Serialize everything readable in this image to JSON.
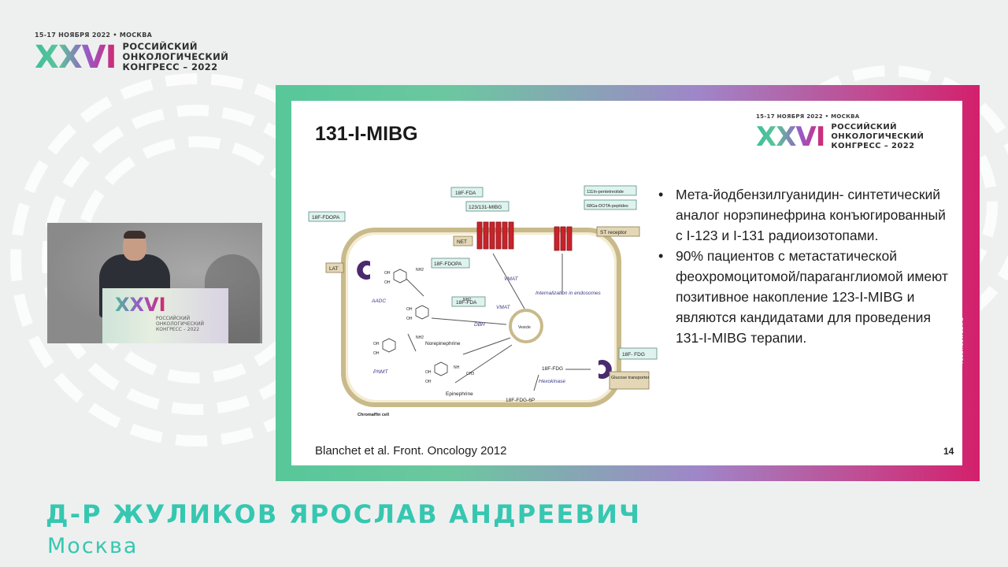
{
  "event_logo": {
    "date_line": "15-17 НОЯБРЯ 2022 • МОСКВА",
    "mark": "XXVI",
    "line1": "РОССИЙСКИЙ",
    "line2": "ОНКОЛОГИЧЕСКИЙ",
    "line3": "КОНГРЕСС – 2022"
  },
  "camera": {
    "podium_mark": "XXVI",
    "podium_line1": "РОССИЙСКИЙ",
    "podium_line2": "ОНКОЛОГИЧЕСКИЙ",
    "podium_line3": "КОНГРЕСС – 2022"
  },
  "slide": {
    "title": "131-I-MIBG",
    "logo": {
      "date_line": "15-17 НОЯБРЯ 2022 • МОСКВА",
      "mark": "XXVI",
      "line1": "РОССИЙСКИЙ",
      "line2": "ОНКОЛОГИЧЕСКИЙ",
      "line3": "КОНГРЕСС – 2022"
    },
    "bullets": [
      "Мета-йодбензилгуанидин- синтетический аналог норэпинефрина конъюгированный с I-123 и I-131 радиоизотопами.",
      "90% пациентов с метастатической феохромоцитомой/параганглиомой имеют позитивное накопление 123-I-MIBG и являются кандидатами для проведения 131-I-MIBG терапии."
    ],
    "diagram": {
      "labels": {
        "fdopa_out": "18F-FDOPA",
        "fda_top": "18F-FDA",
        "mibg_top": "123/131-MIBG",
        "pentetreotide": "111In-pentetreotide",
        "dota": "68Ga-DOTA-peptides",
        "net": "NET",
        "st_receptor": "ST receptor",
        "lat": "LAT",
        "fdopa_in": "18F-FDOPA",
        "aadc": "AADC",
        "fda_in": "18F-FDA",
        "vmat1": "VMAT",
        "vmat2": "VMAT",
        "internalization": "Internalization in endosomes",
        "dbh": "DBH",
        "vesicle": "Vesicle",
        "norepinephrine": "Norepinephrine",
        "pnmt": "PNMT",
        "epinephrine": "Epinephrine",
        "fdg_in": "18F-FDG",
        "hexokinase": "Hexokinase",
        "fdg6p": "18F-FDG-6P",
        "fdg_out": "18F- FDG",
        "glucose_transporter": "Glucose transporter",
        "chromaffin": "Chromaffin cell",
        "oh": "OH",
        "nh2": "NH2",
        "nh": "NH",
        "ch3": "CH3"
      }
    },
    "footer": "Blanchet et al. Front. Oncology 2012",
    "page_number": "14"
  },
  "side_url": "rosoncoweb.ru",
  "speaker": {
    "name": "Д-Р ЖУЛИКОВ ЯРОСЛАВ АНДРЕЕВИЧ",
    "city": "Москва"
  },
  "colors": {
    "accent_teal": "#36c7b0",
    "gradient_green": "#57c79a",
    "gradient_pink": "#d3206c",
    "receptor_red": "#c8232b",
    "transporter_purple": "#4a2a6e",
    "label_box_fill": "#dff3ee",
    "membrane_fill": "#f4ecd2"
  }
}
